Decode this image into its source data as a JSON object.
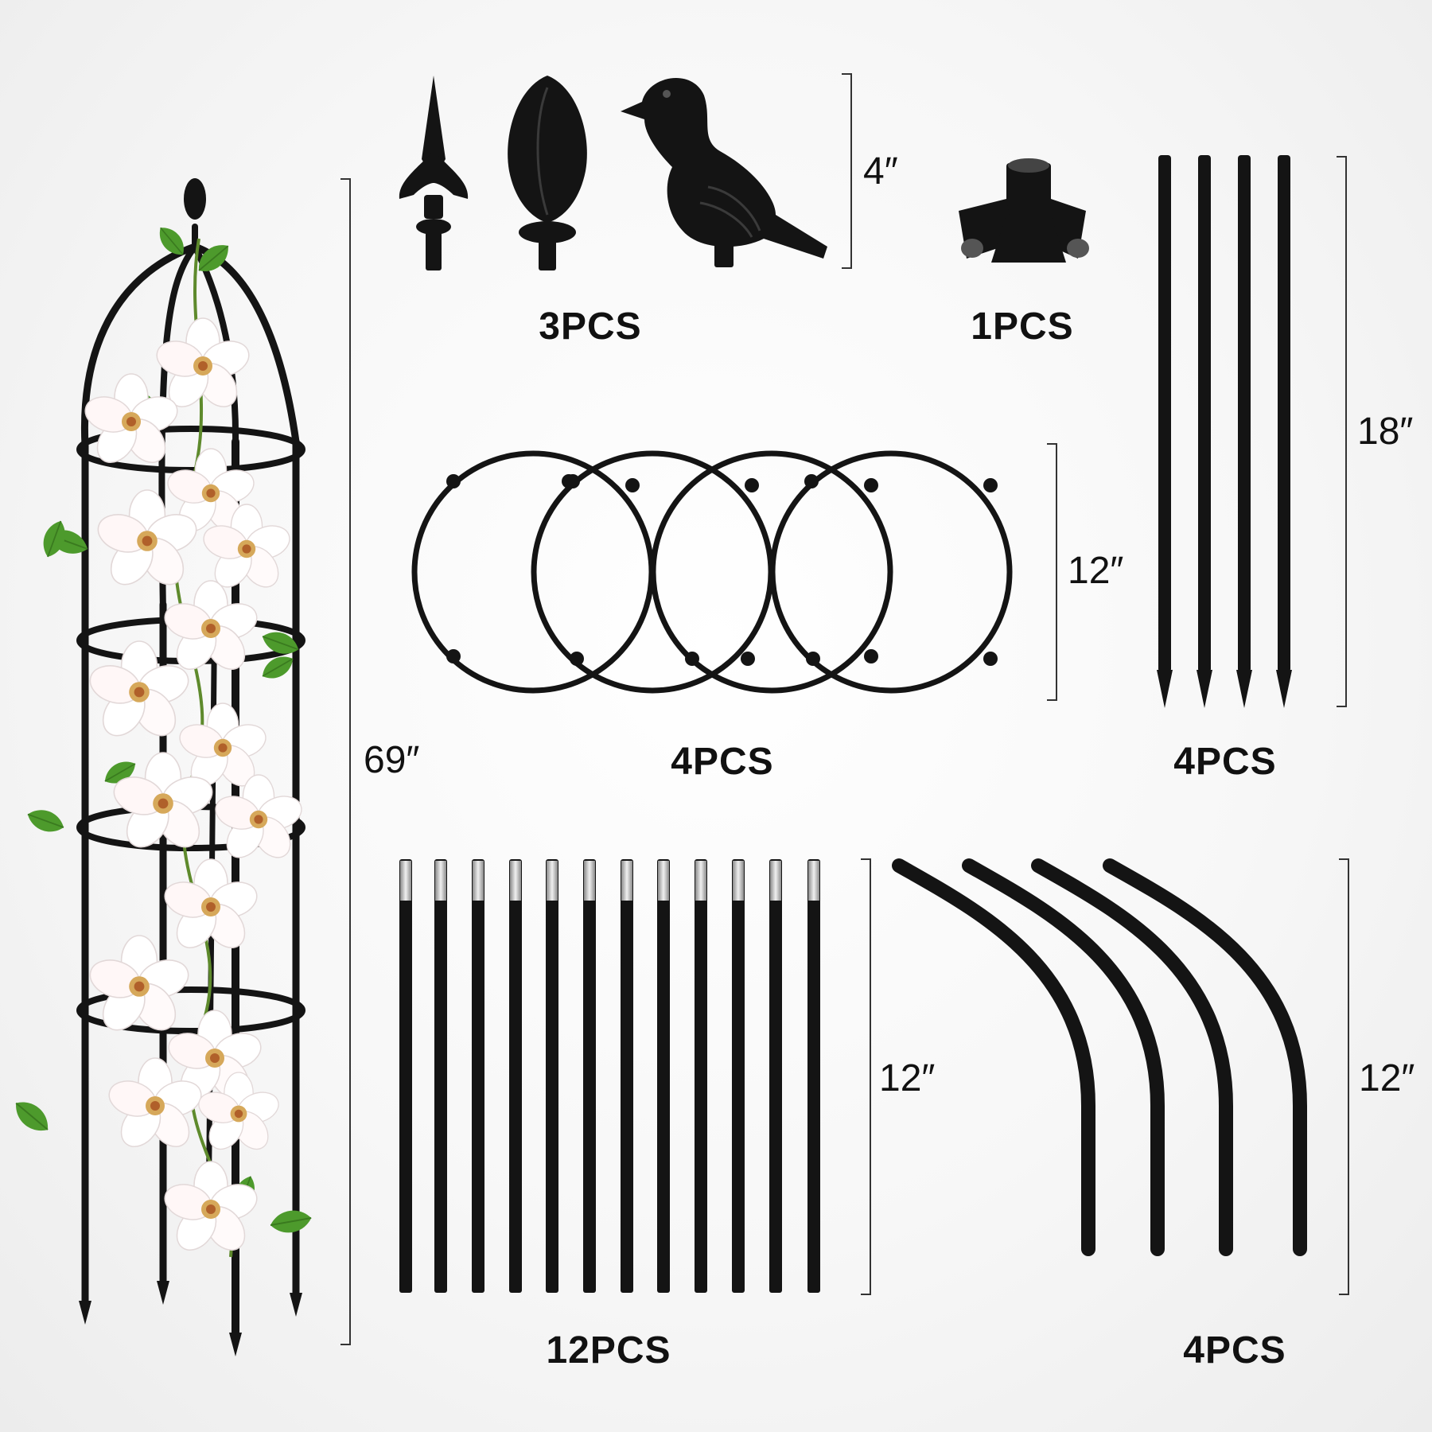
{
  "trellis": {
    "height_label": "69″"
  },
  "finials": {
    "height_label": "4″",
    "quantity_label": "3PCS",
    "styles": [
      "spear",
      "bud",
      "bird"
    ]
  },
  "top_connector": {
    "quantity_label": "1PCS"
  },
  "rings": {
    "diameter_label": "12″",
    "quantity_label": "4PCS"
  },
  "ground_stakes": {
    "length_label": "18″",
    "quantity_label": "4PCS"
  },
  "straight_poles": {
    "length_label": "12″",
    "quantity_label": "12PCS"
  },
  "curved_poles": {
    "length_label": "12″",
    "quantity_label": "4PCS"
  },
  "colors": {
    "part": "#141414",
    "background": "#f4f4f4",
    "metal": "#c8c8c8",
    "leaf": "#4d9a2c",
    "flower": "#ffffff"
  }
}
